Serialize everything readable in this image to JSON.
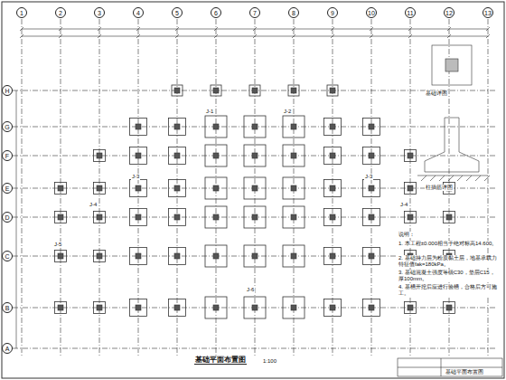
{
  "diagram": {
    "nodes": [
      {
        "text": [
          "1"
        ]
      },
      {
        "text": [
          "2"
        ]
      },
      {
        "text": [
          "3"
        ]
      },
      {
        "text": [
          "4"
        ]
      },
      {
        "text": [
          "5"
        ]
      },
      {
        "text": [
          "6"
        ]
      },
      {
        "text": [
          "7"
        ]
      },
      {
        "text": [
          "8"
        ]
      },
      {
        "text": [
          "9"
        ]
      },
      {
        "text": [
          "10"
        ]
      },
      {
        "text": [
          "11"
        ]
      },
      {
        "text": [
          "12"
        ]
      },
      {
        "text": [
          "13"
        ]
      },
      {
        "text": [
          "H"
        ]
      },
      {
        "text": [
          "G"
        ]
      },
      {
        "text": [
          "F"
        ]
      },
      {
        "text": [
          "E"
        ]
      },
      {
        "text": [
          "D"
        ]
      },
      {
        "text": [
          "C"
        ]
      },
      {
        "text": [
          "B"
        ]
      },
      {
        "text": [
          "A"
        ]
      }
    ],
    "edges": [],
    "labels": [
      "J-1",
      "J-2",
      "J-3",
      "J-3",
      "J-4",
      "J-4",
      "J-5",
      "J-5",
      "J-6",
      "基础平面布置图",
      "1:100",
      "基础详图",
      "柱插筋详图",
      "说明：",
      "1. 本工程±0.000相当于绝对标高14.600。",
      "2. 基础持力层为粉质黏土层，地基承载力特征值fak=180kPa。",
      "3. 基础混凝土强度等级C30，垫层C15，厚100mm。",
      "4. 基槽开挖后应进行验槽，合格后方可施工。",
      "基础平面布置图"
    ]
  }
}
